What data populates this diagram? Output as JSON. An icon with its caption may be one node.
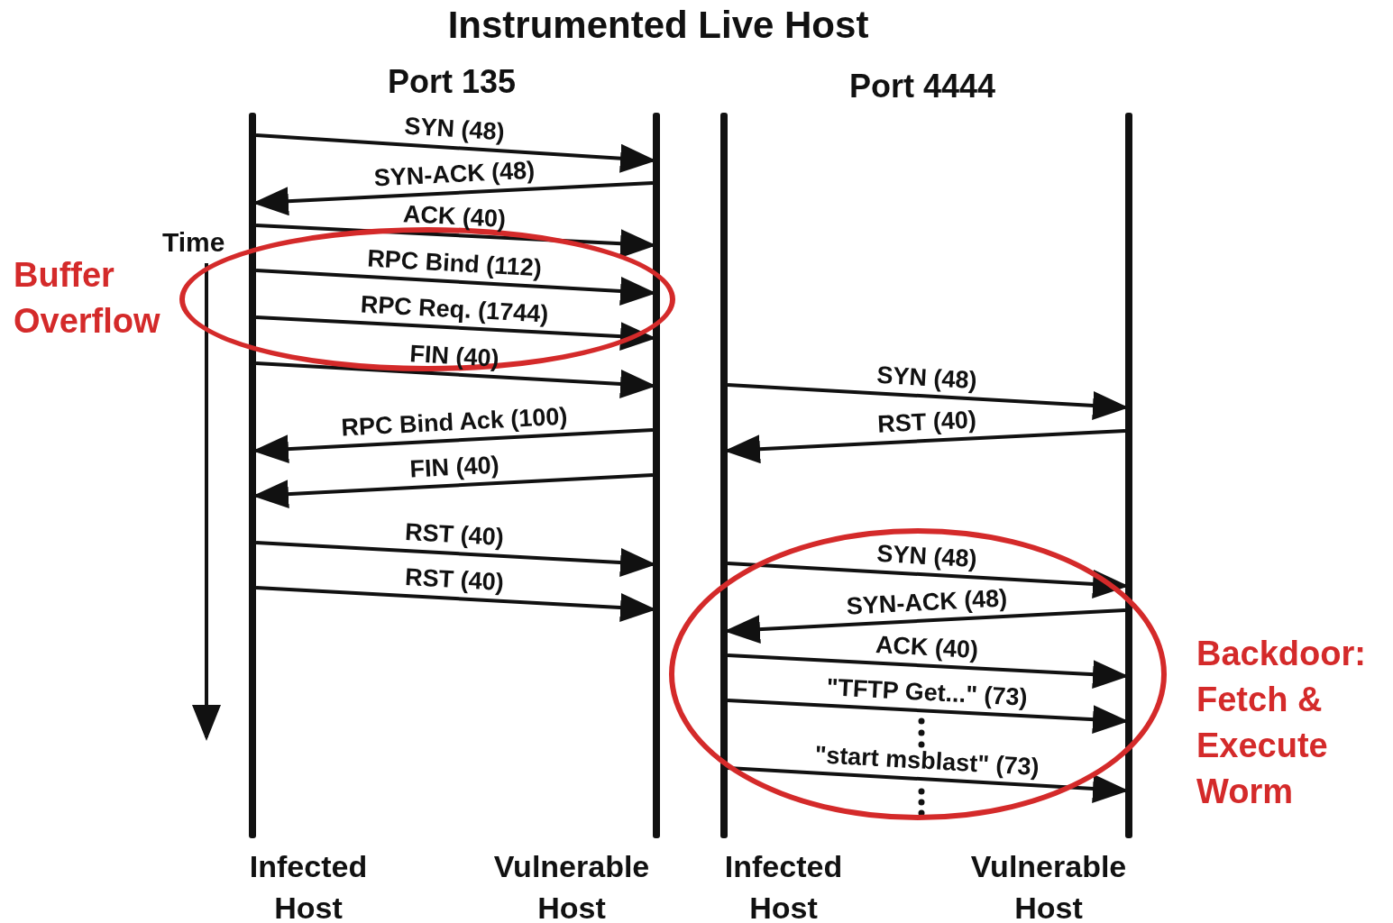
{
  "diagram": {
    "title": "Instrumented Live Host",
    "nodes": [
      {
        "text": [
          "Infected Host"
        ]
      },
      {
        "text": [
          "Vulnerable Host"
        ]
      },
      {
        "text": [
          "Infected Host"
        ]
      },
      {
        "text": [
          "Vulnerable Host"
        ]
      }
    ],
    "edges": [
      {
        "from": 0,
        "to": 1,
        "arrow": "to",
        "label": "SYN (48)"
      },
      {
        "from": 1,
        "to": 0,
        "arrow": "to",
        "label": "SYN-ACK (48)"
      },
      {
        "from": 0,
        "to": 1,
        "arrow": "to",
        "label": "ACK (40)"
      },
      {
        "from": 0,
        "to": 1,
        "arrow": "to",
        "label": "RPC Bind (112)"
      },
      {
        "from": 0,
        "to": 1,
        "arrow": "to",
        "label": "RPC Req. (1744)"
      },
      {
        "from": 0,
        "to": 1,
        "arrow": "to",
        "label": "FIN (40)"
      },
      {
        "from": 1,
        "to": 0,
        "arrow": "to",
        "label": "RPC Bind Ack (100)"
      },
      {
        "from": 1,
        "to": 0,
        "arrow": "to",
        "label": "FIN (40)"
      },
      {
        "from": 0,
        "to": 1,
        "arrow": "to",
        "label": "RST (40)"
      },
      {
        "from": 0,
        "to": 1,
        "arrow": "to",
        "label": "RST (40)"
      },
      {
        "from": 2,
        "to": 3,
        "arrow": "to",
        "label": "SYN (48)"
      },
      {
        "from": 3,
        "to": 2,
        "arrow": "to",
        "label": "RST (40)"
      },
      {
        "from": 2,
        "to": 3,
        "arrow": "to",
        "label": "SYN (48)"
      },
      {
        "from": 3,
        "to": 2,
        "arrow": "to",
        "label": "SYN-ACK (48)"
      },
      {
        "from": 2,
        "to": 3,
        "arrow": "to",
        "label": "ACK (40)"
      },
      {
        "from": 2,
        "to": 3,
        "arrow": "to",
        "label": "\"TFTP Get...\" (73)"
      },
      {
        "from": 2,
        "to": 3,
        "arrow": "to",
        "label": "\"start msblast\" (73)"
      }
    ],
    "labels": [
      "Port 135",
      "Port 4444",
      "Time",
      "Buffer Overflow",
      "Backdoor: Fetch & Execute Worm"
    ]
  }
}
